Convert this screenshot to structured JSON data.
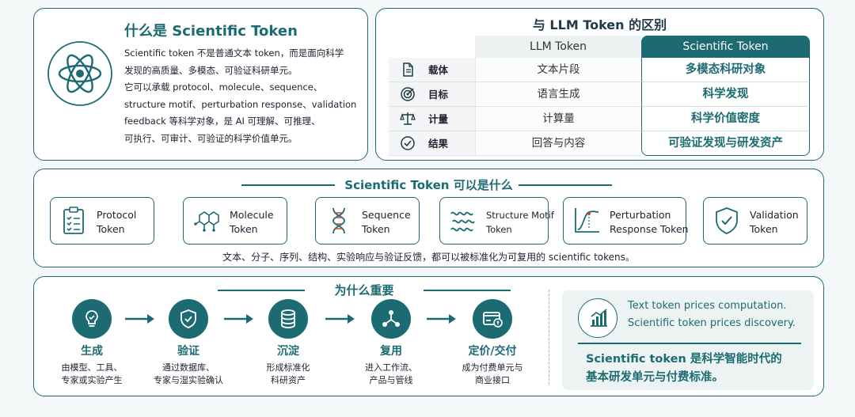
{
  "what_is": {
    "title": "什么是 Scientific Token",
    "icon": "atom-icon",
    "lines": [
      "Scientific token 不是普通文本 token，而是面向科学",
      "发现的高质量、多模态、可验证科研单元。",
      "它可以承载 protocol、molecule、sequence、",
      "structure motif、perturbation response、validation",
      "feedback 等科学对象，是 AI 可理解、可推理、",
      "可执行、可审计、可验证的科学价值单元。"
    ]
  },
  "compare": {
    "title": "与 LLM Token 的区别",
    "col_llm": "LLM Token",
    "col_sci": "Scientific Token",
    "rows": [
      {
        "icon": "document-icon",
        "label": "载体",
        "llm": "文本片段",
        "sci": "多模态科研对象"
      },
      {
        "icon": "target-icon",
        "label": "目标",
        "llm": "语言生成",
        "sci": "科学发现"
      },
      {
        "icon": "scale-icon",
        "label": "计量",
        "llm": "计算量",
        "sci": "科学价值密度"
      },
      {
        "icon": "check-circle-icon",
        "label": "结果",
        "llm": "回答与内容",
        "sci": "可验证发现与研发资产"
      }
    ]
  },
  "types": {
    "title": "Scientific Token 可以是什么",
    "items": [
      {
        "icon": "clipboard-checklist-icon",
        "line1": "Protocol",
        "line2": "Token"
      },
      {
        "icon": "molecule-icon",
        "line1": "Molecule",
        "line2": "Token"
      },
      {
        "icon": "dna-icon",
        "line1": "Sequence",
        "line2": "Token"
      },
      {
        "icon": "protein-structure-icon",
        "line1": "Structure Motif",
        "line2": "Token"
      },
      {
        "icon": "response-curve-icon",
        "line1": "Perturbation",
        "line2": "Response Token"
      },
      {
        "icon": "shield-check-icon",
        "line1": "Validation",
        "line2": "Token"
      }
    ],
    "footer": "文本、分子、序列、结构、实验响应与验证反馈，都可以被标准化为可复用的 scientific tokens。"
  },
  "why": {
    "title": "为什么重要",
    "steps": [
      {
        "icon": "lightbulb-icon",
        "label": "生成",
        "desc1": "由模型、工具、",
        "desc2": "专家或实验产生"
      },
      {
        "icon": "shield-check-icon",
        "label": "验证",
        "desc1": "通过数据库、",
        "desc2": "专家与湿实验确认"
      },
      {
        "icon": "database-icon",
        "label": "沉淀",
        "desc1": "形成标准化",
        "desc2": "科研资产"
      },
      {
        "icon": "network-share-icon",
        "label": "复用",
        "desc1": "进入工作流、",
        "desc2": "产品与管线"
      },
      {
        "icon": "card-payment-icon",
        "label": "定价/交付",
        "desc1": "成为付费单元与",
        "desc2": "商业接口"
      }
    ],
    "quote_icon": "growth-chart-icon",
    "quote1": "Text token prices computation.",
    "quote2": "Scientific token prices discovery.",
    "main1": "Scientific token 是科学智能时代的",
    "main2": "基本研发单元与付费标准。"
  },
  "colors": {
    "teal": "#1d6b72",
    "light": "#edf3f3"
  }
}
